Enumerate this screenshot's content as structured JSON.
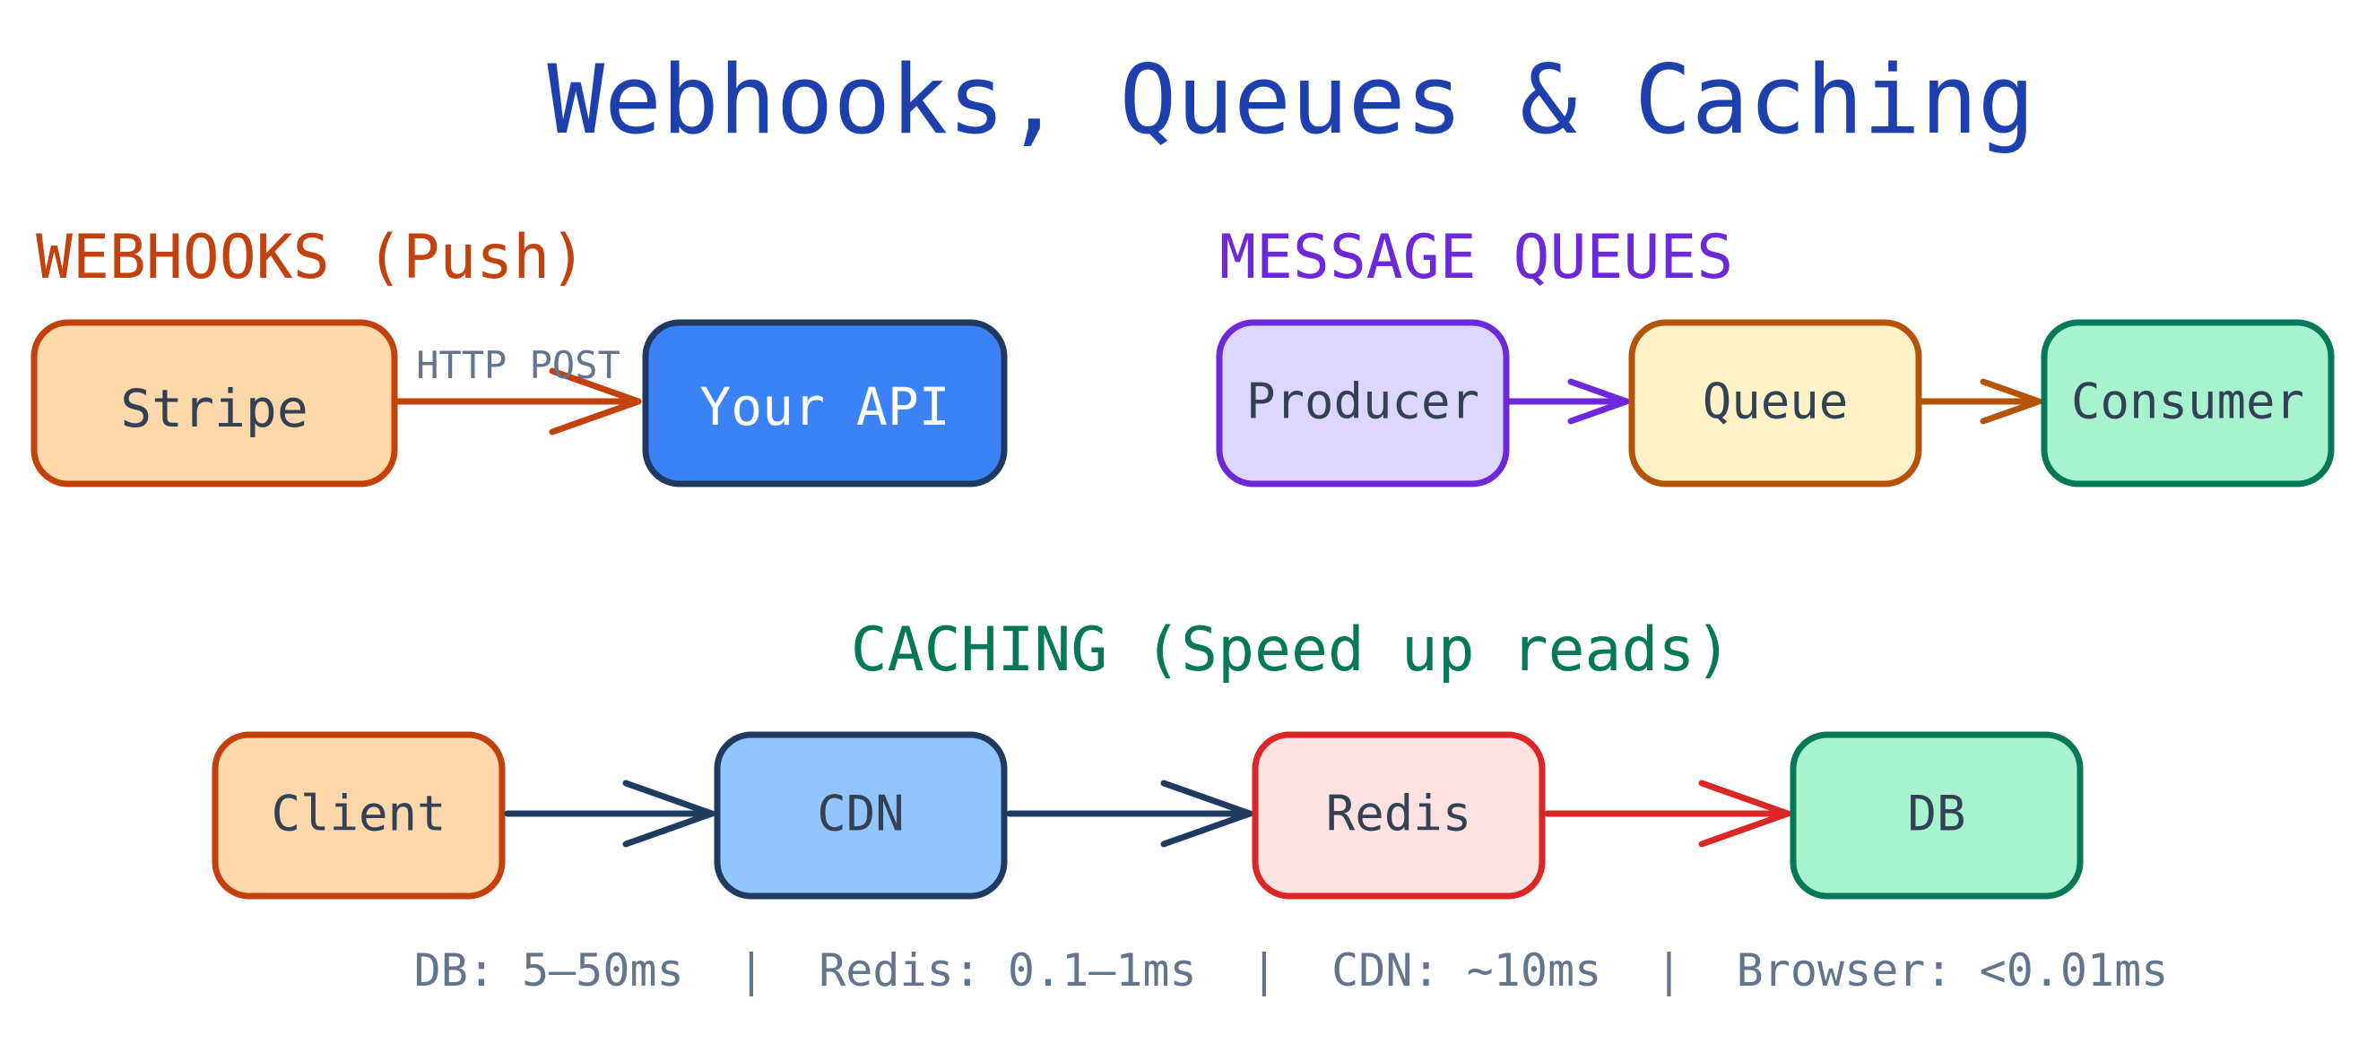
{
  "title": "Webhooks, Queues & Caching",
  "colors": {
    "title": "#1e40af",
    "webhooks": "#c2410c",
    "queues": "#6d28d9",
    "caching": "#047857",
    "node_text": "#334155",
    "muted": "#64748b",
    "navy": "#1e3a5f",
    "red": "#dc2626"
  },
  "webhooks": {
    "heading": "WEBHOOKS (Push)",
    "source": "Stripe",
    "edge_label": "HTTP POST",
    "target": "Your API"
  },
  "queues": {
    "heading": "MESSAGE QUEUES",
    "producer": "Producer",
    "queue": "Queue",
    "consumer": "Consumer"
  },
  "caching": {
    "heading": "CACHING (Speed up reads)",
    "client": "Client",
    "cdn": "CDN",
    "redis": "Redis",
    "db": "DB",
    "latencies": "DB: 5–50ms  |  Redis: 0.1–1ms  |  CDN: ~10ms  |  Browser: <0.01ms"
  }
}
